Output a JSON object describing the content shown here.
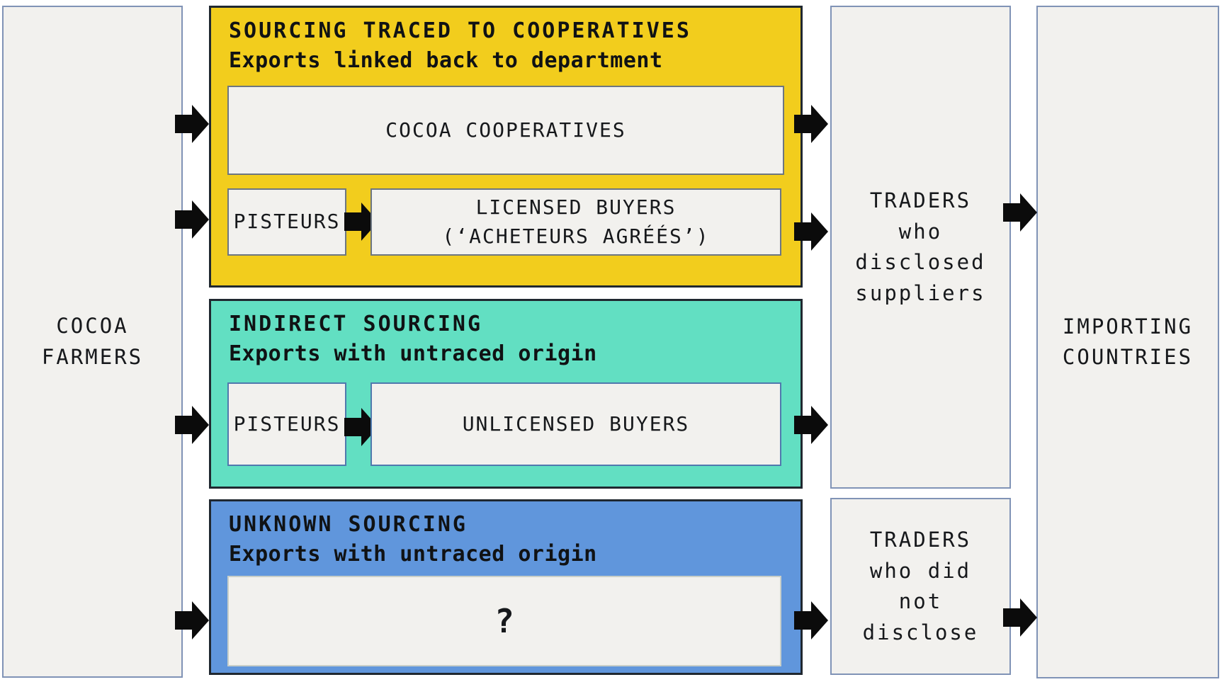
{
  "diagram": {
    "colors": {
      "traced_bg": "#f2cd1d",
      "indirect_bg": "#62dfc2",
      "unknown_bg": "#6096dc",
      "box_bg": "#f2f1ee",
      "outer_border": "#8093b6",
      "panel_border": "#202830",
      "arrow": "#0b0b0b"
    },
    "farmers": {
      "label": "COCOA\nFARMERS"
    },
    "traced": {
      "title": "SOURCING TRACED TO COOPERATIVES",
      "subtitle": "Exports linked back to department",
      "cooperatives": "COCOA COOPERATIVES",
      "pisteurs": "PISTEURS",
      "licensed_buyers": "LICENSED BUYERS\n(‘ACHETEURS AGRÉÉS’)"
    },
    "indirect": {
      "title": "INDIRECT SOURCING",
      "subtitle": "Exports with untraced origin",
      "pisteurs": "PISTEURS",
      "unlicensed_buyers": "UNLICENSED BUYERS"
    },
    "unknown": {
      "title": "UNKNOWN SOURCING",
      "subtitle": "Exports with untraced origin",
      "placeholder": "?"
    },
    "traders_disclosed": {
      "label": "TRADERS\nwho\ndisclosed\nsuppliers"
    },
    "traders_undisclosed": {
      "label": "TRADERS\nwho did\nnot\ndisclose"
    },
    "importing": {
      "label": "IMPORTING\nCOUNTRIES"
    }
  }
}
